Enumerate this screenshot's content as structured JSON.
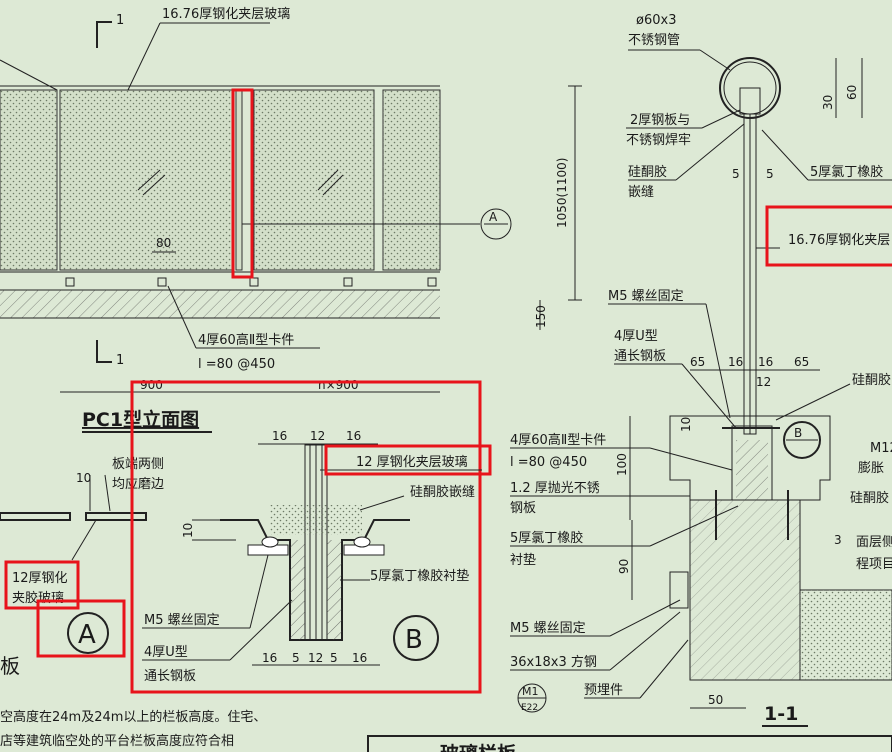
{
  "elevation": {
    "section_mark": "1",
    "section_mark_bottom": "1",
    "glass_label": "16.76厚钢化夹层玻璃",
    "dim_80": "80",
    "height_dim": "1050(1100)",
    "dim_150": "150",
    "clip_label_1": "4厚60高Ⅱ型卡件",
    "clip_label_2": "l =80  @450",
    "spacing_left": "900",
    "spacing_right": "n×900",
    "detail_ref_a": "A",
    "title": "PC1型立面图"
  },
  "detail_a": {
    "edge_label_1": "板端两侧",
    "edge_label_2": "均应磨边",
    "dim_10": "10",
    "glass_label_1": "12厚钢化",
    "glass_label_2": "夹胶玻璃",
    "circle": "A"
  },
  "detail_b": {
    "top_dims": [
      "16",
      "12",
      "16"
    ],
    "glass_label": "12 厚钢化夹层玻璃",
    "silicone_label": "硅酮胶嵌缝",
    "dim_10": "10",
    "rubber_label": "5厚氯丁橡胶衬垫",
    "screw_label": "M5 螺丝固定",
    "channel_label_1": "4厚U型",
    "channel_label_2": "通长钢板",
    "bottom_dims": [
      "16",
      "5",
      "12",
      "5",
      "16"
    ],
    "circle": "B"
  },
  "section_1_1": {
    "pipe_label_1": "ø60x3",
    "pipe_label_2": "不锈钢管",
    "dim_30": "30",
    "dim_60": "60",
    "plate_label_1": "2厚钢板与",
    "plate_label_2": "不锈钢焊牢",
    "silicone_label_1": "硅酮胶",
    "silicone_label_2": "嵌缝",
    "dim_5a": "5",
    "dim_5b": "5",
    "rubber_label_top": "5厚氯丁橡胶",
    "glass_label": "16.76厚钢化夹层",
    "screw_label": "M5 螺丝固定",
    "channel_label_1": "4厚U型",
    "channel_label_2": "通长钢板",
    "dims_row": [
      "65",
      "16",
      "16",
      "65"
    ],
    "dim_12": "12",
    "silicone_right": "硅酮胶",
    "dim_10": "10",
    "clip_label_1": "4厚60高Ⅱ型卡件",
    "clip_label_2": "l =80  @450",
    "dim_100": "100",
    "steel_label_1": "1.2 厚抛光不锈",
    "steel_label_2": "钢板",
    "rubber_label_1": "5厚氯丁橡胶",
    "rubber_label_2": "衬垫",
    "dim_90": "90",
    "circle_b": "B",
    "m12_label_1": "M12",
    "m12_label_2": "膨胀",
    "silicone_right2": "硅酮胶",
    "dim_3": "3",
    "surface_label_1": "面层侧",
    "surface_label_2": "程项目",
    "screw_label_2": "M5 螺丝固定",
    "tube_label": "36x18x3 方钢",
    "embed_label": "预埋件",
    "m1_label_1": "M1",
    "m1_label_2": "E22",
    "dim_50": "50",
    "section_title": "1-1"
  },
  "notes": {
    "heading_partial": "板",
    "line_1": "空高度在24m及24m以上的栏板高度。住宅、",
    "line_2": "店等建筑临空处的平台栏板高度应符合相",
    "table_title_partial": "玻璃栏板"
  }
}
